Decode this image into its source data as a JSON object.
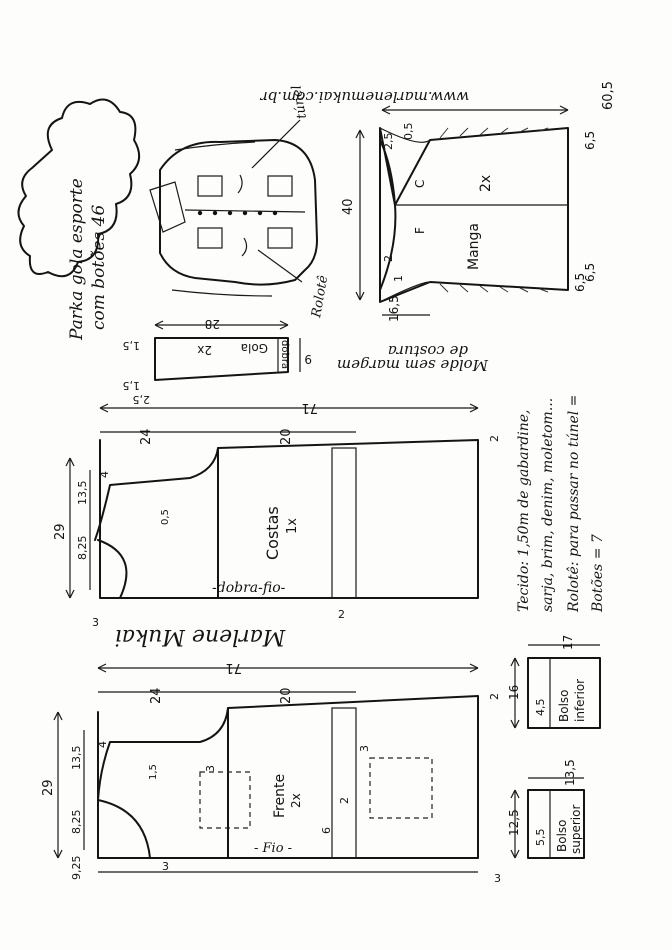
{
  "website": "www.marlenemukai.com.br",
  "title_line1": "Parka gola esporte",
  "title_line2": "com botões 46",
  "labels": {
    "tunel": "túnel",
    "rolote": "Rolotê",
    "mold_note_1": "Molde sem margem",
    "mold_note_2": "de costura",
    "fabric_1": "Tecido: 1,50m de gabardine,",
    "fabric_2": "sarja, brim, denim, moletom...",
    "fabric_3": "Rolotê: para passar no túnel =",
    "fabric_4": "Botões = 7",
    "signature": "Marlene Mukai"
  },
  "manga": {
    "name": "Manga",
    "qty": "2x",
    "width": "60,5",
    "height": "40",
    "left": "16,5",
    "m1": "6,5",
    "m2": "6,5",
    "m3": "6,5",
    "a1": "2,5",
    "a2": "0,5",
    "a3": "2",
    "a4": "1",
    "c": "C",
    "f": "F"
  },
  "gola": {
    "name": "Gola",
    "qty": "2x",
    "fold": "dobra",
    "width": "28",
    "height": "9",
    "d1": "1,5",
    "d2": "1,5",
    "d3": "2,5"
  },
  "costas": {
    "name": "Costas",
    "qty": "1x",
    "fold": "-dobra-fio-",
    "total": "71",
    "upper": "24",
    "lower": "20",
    "shoulder_span": "29",
    "s1": "13,5",
    "s2": "8,25",
    "s3": "4",
    "s4": "0,5",
    "s5": "3",
    "s6": "2",
    "s7": "2"
  },
  "frente": {
    "name": "Frente",
    "qty": "2x",
    "grain": "- Fio -",
    "total": "71",
    "upper": "24",
    "lower": "20",
    "shoulder_span": "29",
    "s1": "13,5",
    "s2": "8,25",
    "s3": "9,25",
    "s4": "4",
    "s5": "1,5",
    "s6": "3",
    "s7": "2",
    "s8": "6",
    "s9": "2",
    "s10": "3",
    "s11": "3",
    "s12": "3"
  },
  "bolso_inferior": {
    "name_1": "Bolso",
    "name_2": "inferior",
    "w": "16",
    "h": "17",
    "flap": "4,5"
  },
  "bolso_superior": {
    "name_1": "Bolso",
    "name_2": "superior",
    "w": "12,5",
    "h": "13,5",
    "flap": "5,5"
  },
  "icons": [
    "parka-sketch",
    "dimension-arrow"
  ]
}
